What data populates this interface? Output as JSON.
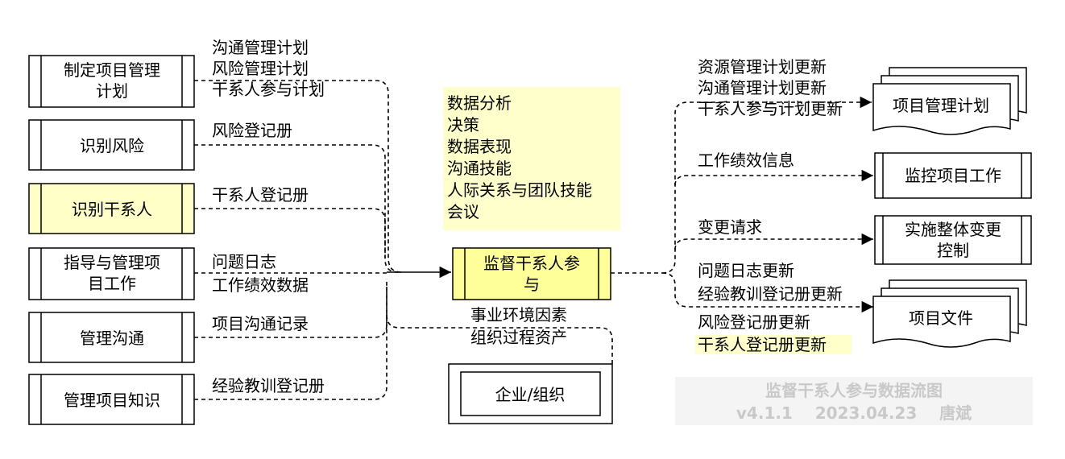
{
  "inputs": [
    {
      "process": [
        "制定项目管理",
        "计划"
      ],
      "labels": [
        "沟通管理计划",
        "风险管理计划",
        "干系人参与计划"
      ]
    },
    {
      "process": [
        "识别风险"
      ],
      "labels": [
        "风险登记册"
      ]
    },
    {
      "process": [
        "识别干系人"
      ],
      "labels": [
        "干系人登记册"
      ]
    },
    {
      "process": [
        "指导与管理项",
        "目工作"
      ],
      "labels": [
        "问题日志",
        "工作绩效数据"
      ]
    },
    {
      "process": [
        "管理沟通"
      ],
      "labels": [
        "项目沟通记录"
      ]
    },
    {
      "process": [
        "管理项目知识"
      ],
      "labels": [
        "经验教训登记册"
      ]
    }
  ],
  "tools": [
    "数据分析",
    "决策",
    "数据表现",
    "沟通技能",
    "人际关系与团队技能",
    "会议"
  ],
  "center": {
    "process": [
      "监督干系人参",
      "与"
    ]
  },
  "enterprise": {
    "labels": [
      "事业环境因素",
      "组织过程资产"
    ],
    "box": "企业/组织"
  },
  "outputs": [
    {
      "labels": [
        "资源管理计划更新",
        "沟通管理计划更新",
        "干系人参与计划更新"
      ],
      "target": [
        "项目管理计划"
      ]
    },
    {
      "labels": [
        "工作绩效信息"
      ],
      "target": [
        "监控项目工作"
      ]
    },
    {
      "labels": [
        "变更请求"
      ],
      "target": [
        "实施整体变更",
        "控制"
      ]
    },
    {
      "labels": [
        "问题日志更新",
        "经验教训登记册更新",
        "风险登记册更新",
        "干系人登记册更新"
      ],
      "target": [
        "项目文件"
      ]
    }
  ],
  "watermark": {
    "title": "监督干系人参与数据流图",
    "version": "v4.1.1    2023.04.23    唐斌"
  },
  "colors": {
    "highlight": "#ffffc8",
    "tools_bg": "#ffffcc",
    "center_bg": "#ffff99",
    "watermark_bg": "#f4f4f4",
    "watermark_text": "#c9c9c9"
  }
}
